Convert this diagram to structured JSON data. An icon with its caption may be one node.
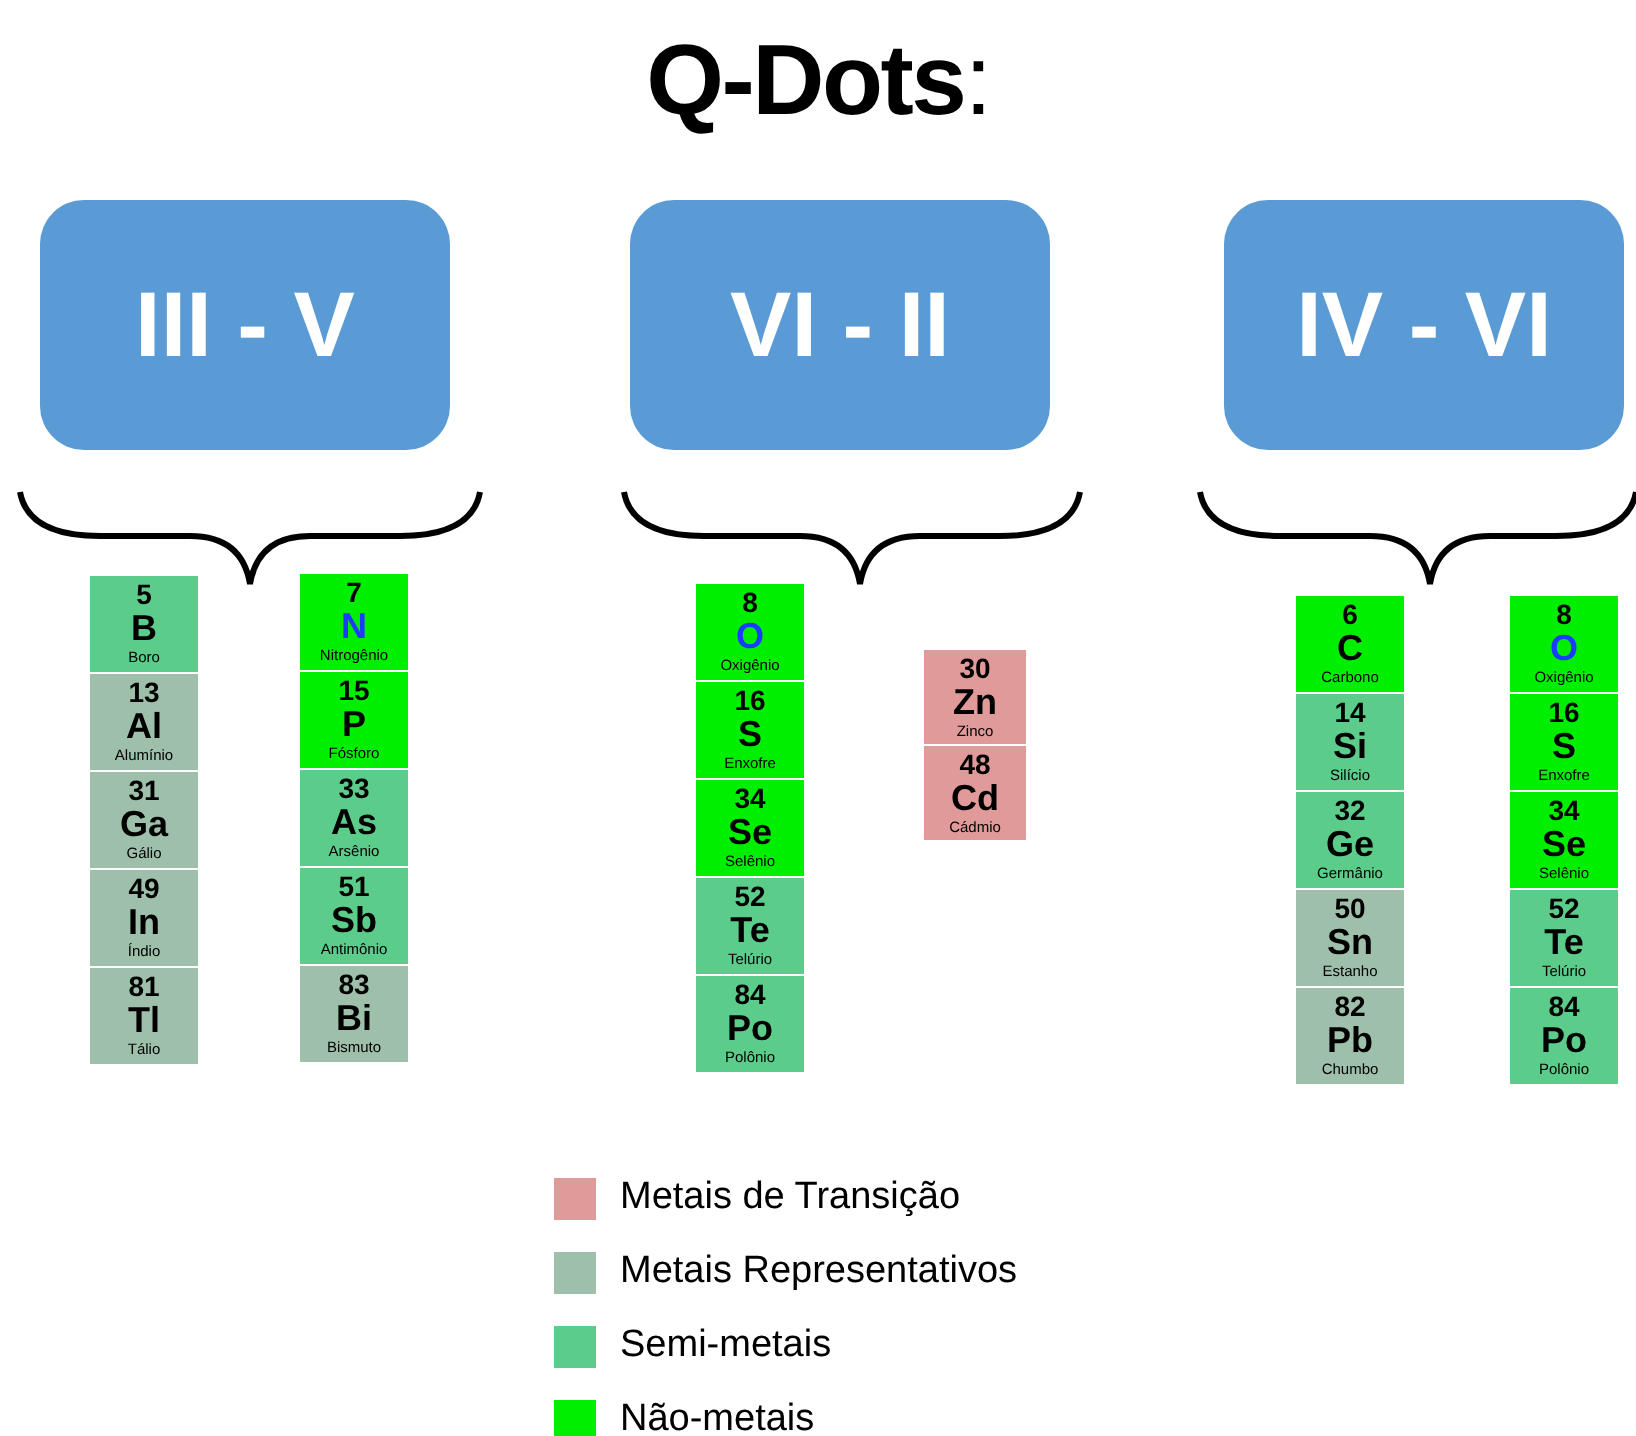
{
  "diagram": {
    "title": "**Q-Dots**:",
    "nodes": [
      {
        "text": [
          "III - V"
        ]
      },
      {
        "text": [
          "5",
          "B",
          "Boro"
        ]
      },
      {
        "text": [
          "13",
          "Al",
          "Alumínio"
        ]
      },
      {
        "text": [
          "31",
          "Ga",
          "Gálio"
        ]
      },
      {
        "text": [
          "49",
          "In",
          "Índio"
        ]
      },
      {
        "text": [
          "81",
          "Tl",
          "Tálio"
        ]
      },
      {
        "text": [
          "7",
          "N",
          "Nitrogênio"
        ]
      },
      {
        "text": [
          "15",
          "P",
          "Fósforo"
        ]
      },
      {
        "text": [
          "33",
          "As",
          "Arsênio"
        ]
      },
      {
        "text": [
          "51",
          "Sb",
          "Antimônio"
        ]
      },
      {
        "text": [
          "83",
          "Bi",
          "Bismuto"
        ]
      },
      {
        "text": [
          "VI - II"
        ]
      },
      {
        "text": [
          "8",
          "O",
          "Oxigênio"
        ]
      },
      {
        "text": [
          "16",
          "S",
          "Enxofre"
        ]
      },
      {
        "text": [
          "34",
          "Se",
          "Selênio"
        ]
      },
      {
        "text": [
          "52",
          "Te",
          "Telúrio"
        ]
      },
      {
        "text": [
          "84",
          "Po",
          "Polônio"
        ]
      },
      {
        "text": [
          "30",
          "Zn",
          "Zinco"
        ]
      },
      {
        "text": [
          "48",
          "Cd",
          "Cádmio"
        ]
      },
      {
        "text": [
          "IV - VI"
        ]
      },
      {
        "text": [
          "6",
          "C",
          "Carbono"
        ]
      },
      {
        "text": [
          "14",
          "Si",
          "Silício"
        ]
      },
      {
        "text": [
          "32",
          "Ge",
          "Germânio"
        ]
      },
      {
        "text": [
          "50",
          "Sn",
          "Estanho"
        ]
      },
      {
        "text": [
          "82",
          "Pb",
          "Chumbo"
        ]
      },
      {
        "text": [
          "8",
          "O",
          "Oxigênio"
        ]
      },
      {
        "text": [
          "16",
          "S",
          "Enxofre"
        ]
      },
      {
        "text": [
          "34",
          "Se",
          "Selênio"
        ]
      },
      {
        "text": [
          "52",
          "Te",
          "Telúrio"
        ]
      },
      {
        "text": [
          "84",
          "Po",
          "Polônio"
        ]
      }
    ],
    "legend": [
      {
        "text": "Metais de Transição",
        "color": "#e09a9a"
      },
      {
        "text": "Metais Representativos",
        "color": "#9ebfaa"
      },
      {
        "text": "Semi-metais",
        "color": "#5ccc8a"
      },
      {
        "text": "Não-metais",
        "color": "#00ee00"
      }
    ]
  }
}
